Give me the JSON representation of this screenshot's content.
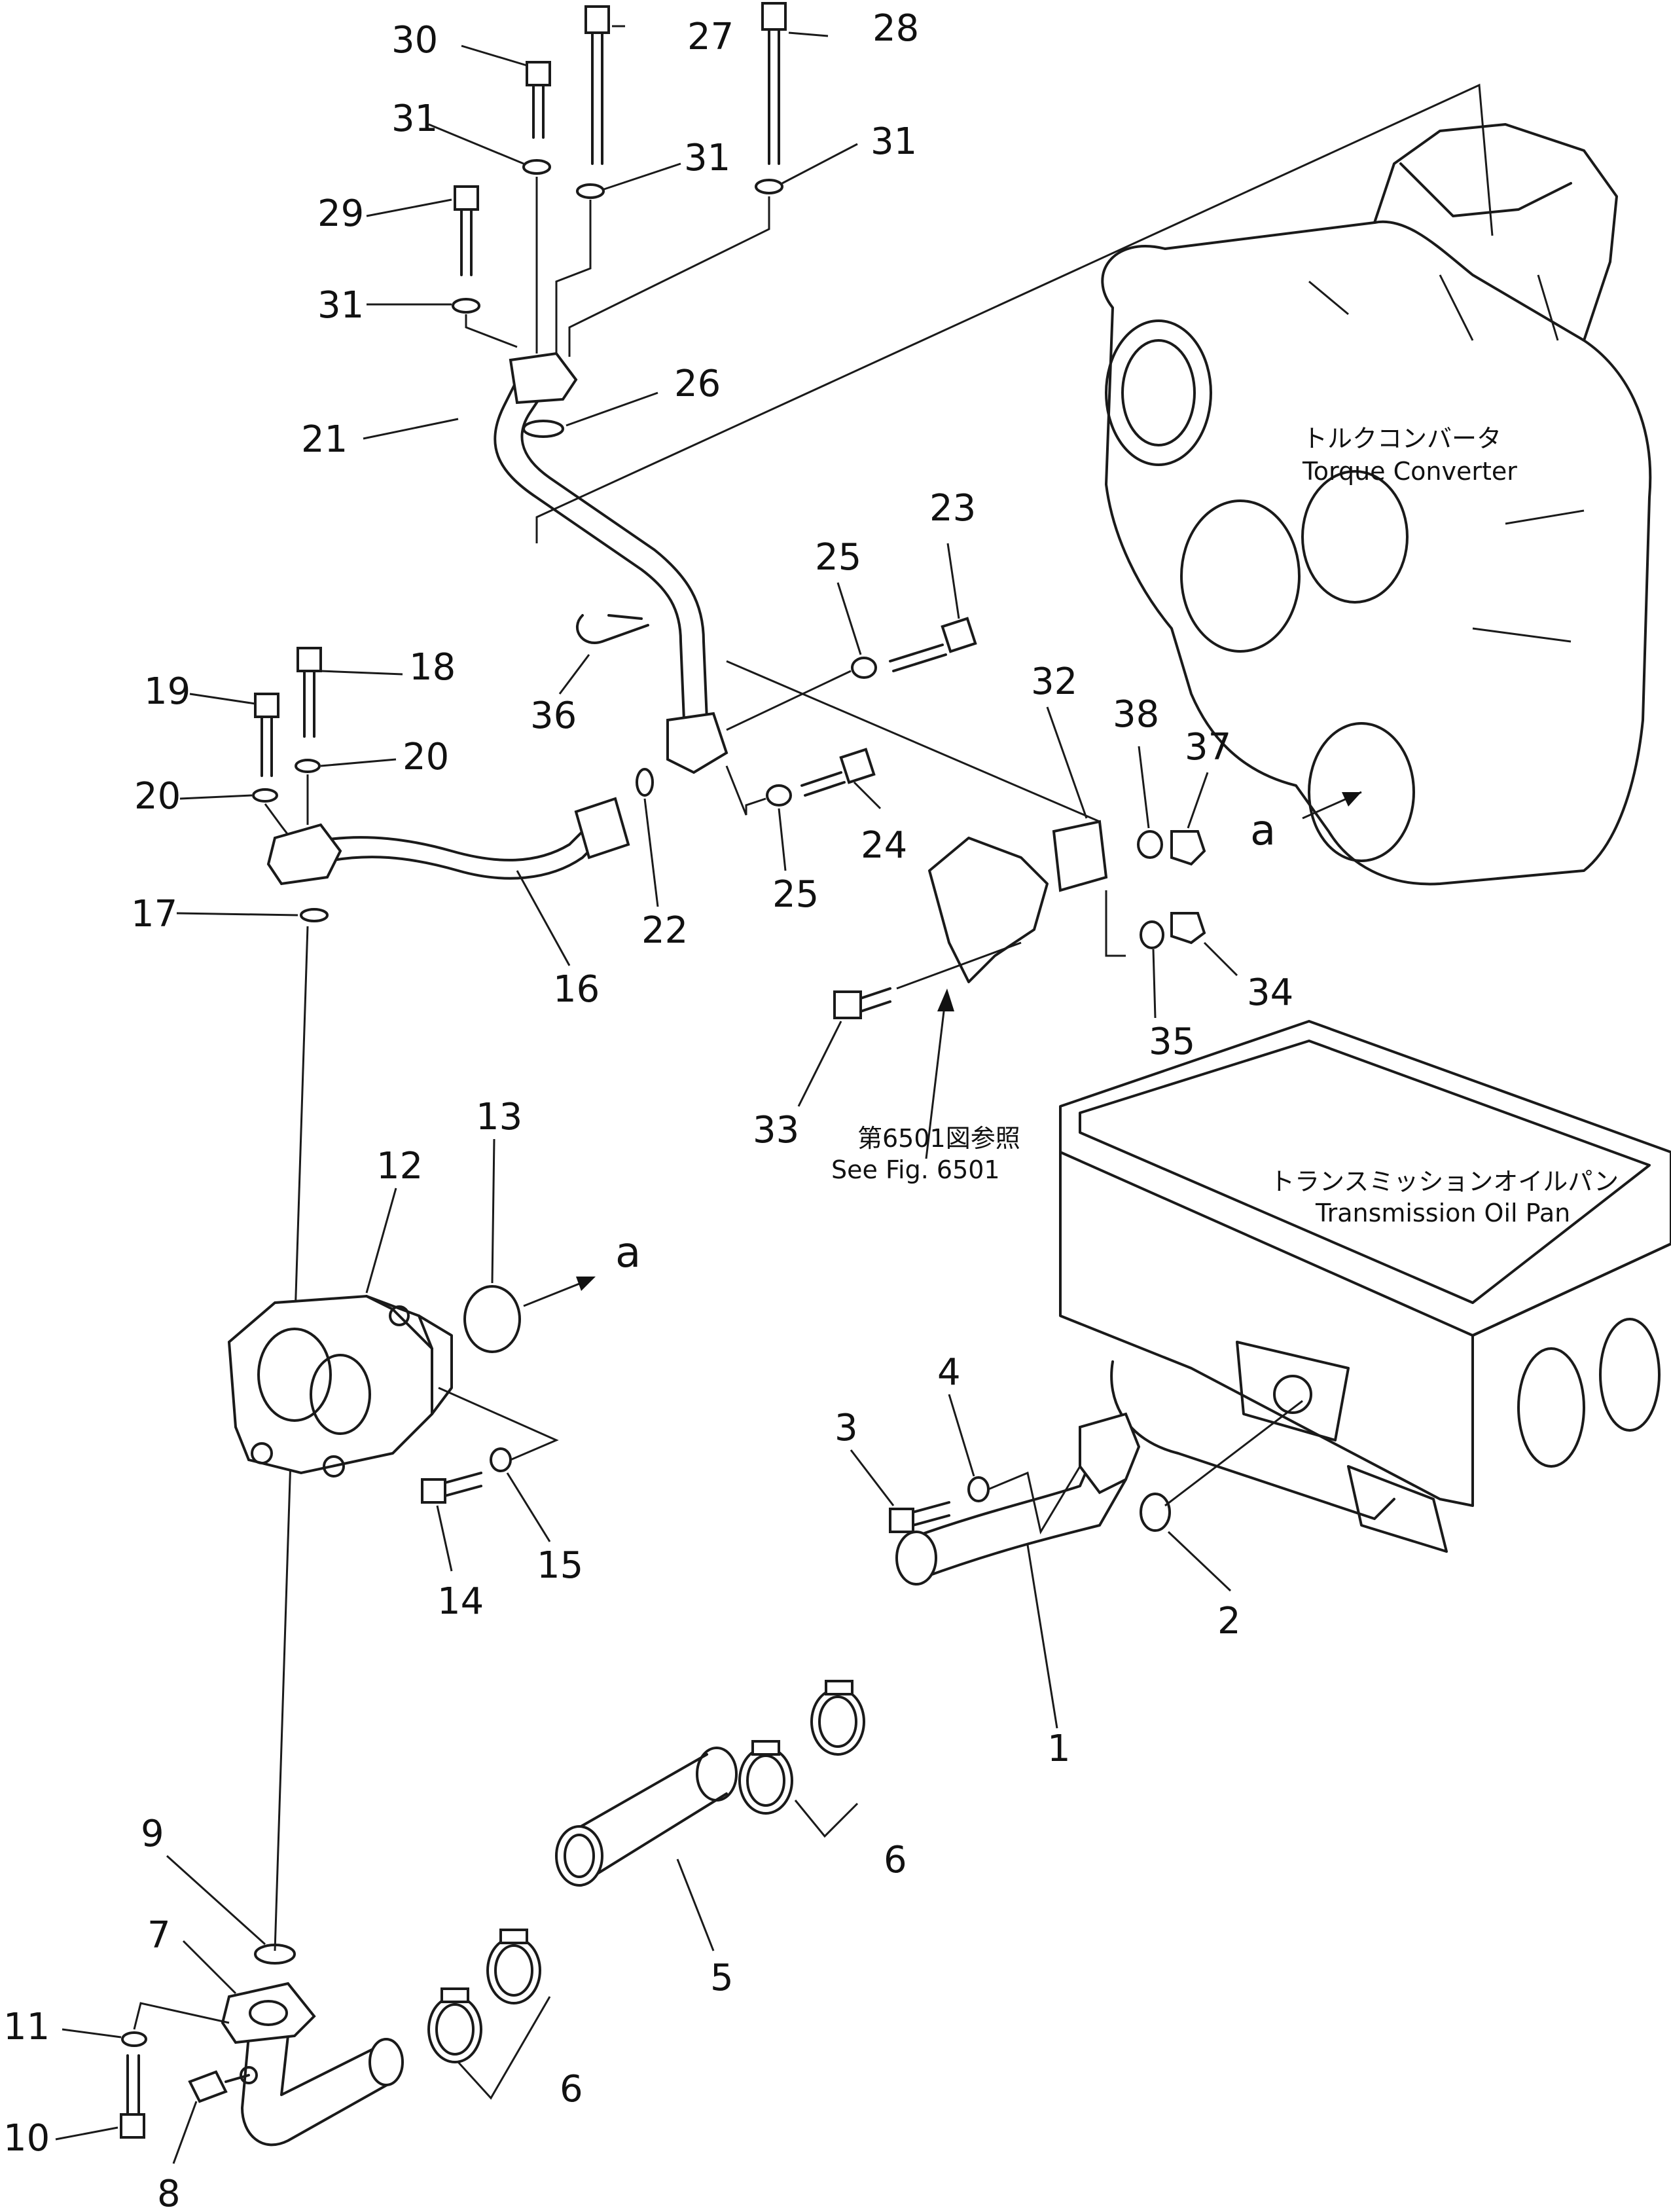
{
  "labels": {
    "l1": "1",
    "l2": "2",
    "l3": "3",
    "l4": "4",
    "l5": "5",
    "l6a": "6",
    "l6b": "6",
    "l7": "7",
    "l8": "8",
    "l9": "9",
    "l10": "10",
    "l11": "11",
    "l12": "12",
    "l13": "13",
    "l14": "14",
    "l15": "15",
    "l16": "16",
    "l17": "17",
    "l18": "18",
    "l19": "19",
    "l20a": "20",
    "l20b": "20",
    "l21": "21",
    "l22": "22",
    "l23": "23",
    "l24": "24",
    "l25a": "25",
    "l25b": "25",
    "l26": "26",
    "l27": "27",
    "l28": "28",
    "l29": "29",
    "l30": "30",
    "l31a": "31",
    "l31b": "31",
    "l31c": "31",
    "l31d": "31",
    "l32": "32",
    "l33": "33",
    "l34": "34",
    "l35": "35",
    "l36": "36",
    "l37": "37",
    "l38": "38"
  },
  "callouts": {
    "arrow_a1": "a",
    "arrow_a2": "a",
    "torque_converter_jp": "トルクコンバータ",
    "torque_converter_en": "Torque Converter",
    "oil_pan_jp": "トランスミッションオイルパン",
    "oil_pan_en": "Transmission Oil Pan",
    "see_fig_jp": "第6501図参照",
    "see_fig_en": "See Fig. 6501"
  }
}
